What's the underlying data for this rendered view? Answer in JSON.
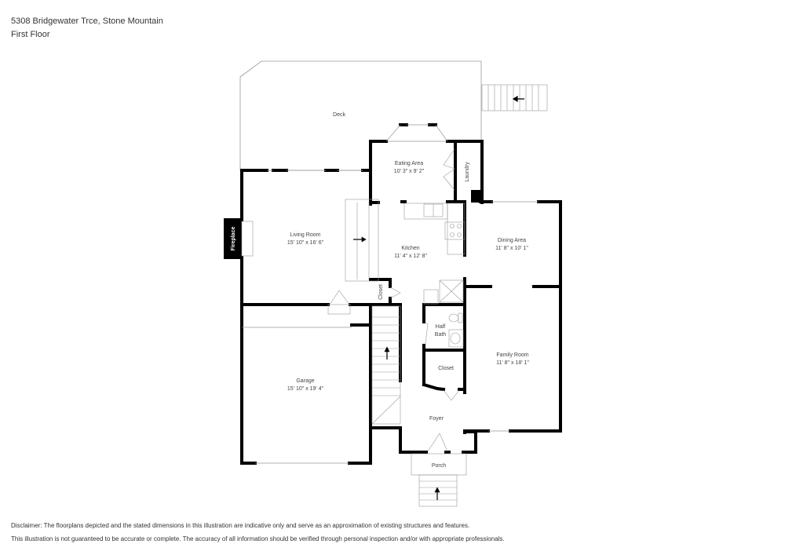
{
  "header": {
    "address": "5308 Bridgewater Trce, Stone Mountain",
    "floor": "First Floor"
  },
  "rooms": {
    "deck": {
      "name": "Deck",
      "dims": ""
    },
    "eating_area": {
      "name": "Eating Area",
      "dims": "10' 3\" x 9' 2\""
    },
    "laundry": {
      "name": "Laundry",
      "dims": ""
    },
    "living_room": {
      "name": "Living Room",
      "dims": "15' 10\" x 16' 6\""
    },
    "fireplace": {
      "name": "Fireplace",
      "dims": ""
    },
    "kitchen": {
      "name": "Kitchen",
      "dims": "11' 4\" x 12' 8\""
    },
    "dining_area": {
      "name": "Dining Area",
      "dims": "11' 8\" x 10' 1\""
    },
    "closet_small": {
      "name": "Closet",
      "dims": ""
    },
    "half_bath": {
      "name": "Half Bath",
      "line1": "Half",
      "line2": "Bath"
    },
    "closet_foyer": {
      "name": "Closet",
      "dims": ""
    },
    "family_room": {
      "name": "Family Room",
      "dims": "11' 8\" x 18' 1\""
    },
    "garage": {
      "name": "Garage",
      "dims": "15' 10\" x 19' 4\""
    },
    "foyer": {
      "name": "Foyer",
      "dims": ""
    },
    "porch": {
      "name": "Porch",
      "dims": ""
    }
  },
  "disclaimer": {
    "line1": "Disclaimer: The floorplans depicted and the stated dimensions in this illustration are indicative only and serve as an approximation of existing structures and features.",
    "line2": "This illustration is not guaranteed to be accurate or complete. The accuracy of all information should be verified through personal inspection and/or with appropriate professionals."
  },
  "colors": {
    "wall": "#000000",
    "thin_line": "#9a9a9a",
    "text": "#444444"
  }
}
